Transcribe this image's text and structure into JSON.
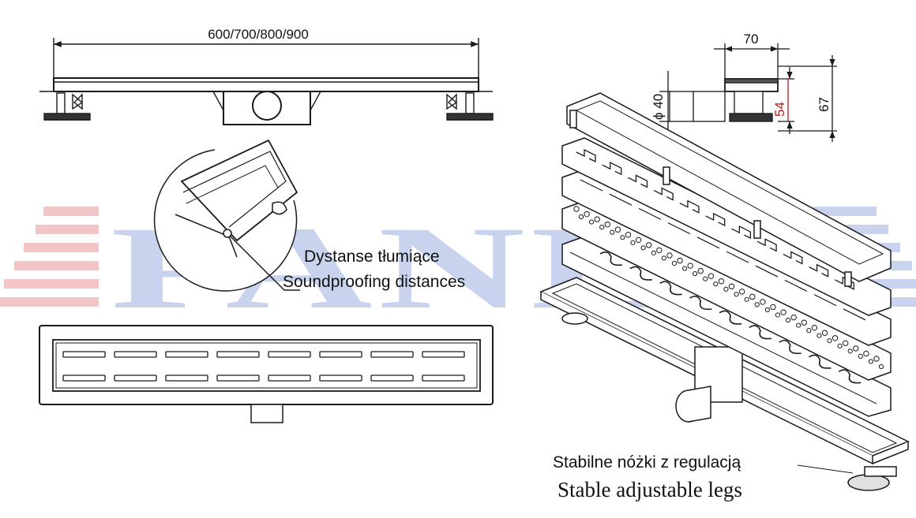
{
  "watermark": "PANEL",
  "colors": {
    "line": "#1a1a1a",
    "watermark_blue": "#c9d3ee",
    "watermark_red": "#f2c6c6",
    "dimension_red": "#b41e1e"
  },
  "dimensions": {
    "length": "600/700/800/900",
    "width": "70",
    "outlet_diameter": "ϕ 40",
    "min_height": "54",
    "max_height": "67"
  },
  "labels": {
    "soundproofing_pl": "Dystanse tłumiące",
    "soundproofing_en": "Soundproofing distances",
    "legs_pl": "Stabilne nóżki z regulacją",
    "legs_en": "Stable adjustable legs"
  }
}
